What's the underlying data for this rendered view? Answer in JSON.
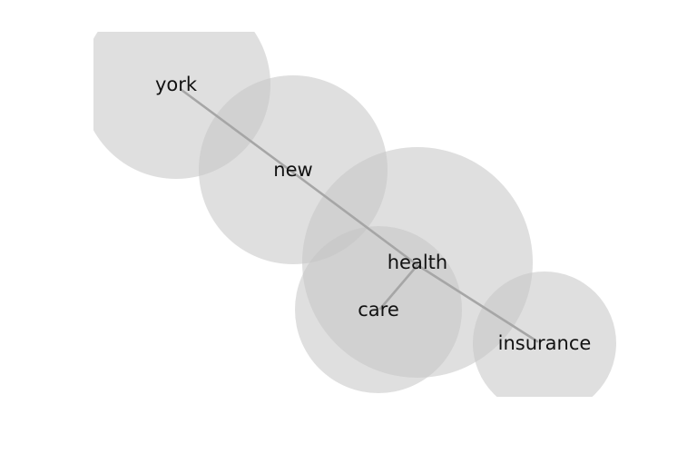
{
  "diagram": {
    "type": "word-network",
    "colors": {
      "background": "#ffffff",
      "node_fill": "#c4c4c4",
      "edge": "#a6a6a6",
      "label": "#111111"
    },
    "nodes": [
      {
        "id": "york",
        "label": "york"
      },
      {
        "id": "new",
        "label": "new"
      },
      {
        "id": "health",
        "label": "health"
      },
      {
        "id": "care",
        "label": "care"
      },
      {
        "id": "insurance",
        "label": "insurance"
      }
    ],
    "edges": [
      {
        "from": "york",
        "to": "new"
      },
      {
        "from": "new",
        "to": "health"
      },
      {
        "from": "health",
        "to": "insurance"
      },
      {
        "from": "health",
        "to": "care"
      }
    ]
  }
}
